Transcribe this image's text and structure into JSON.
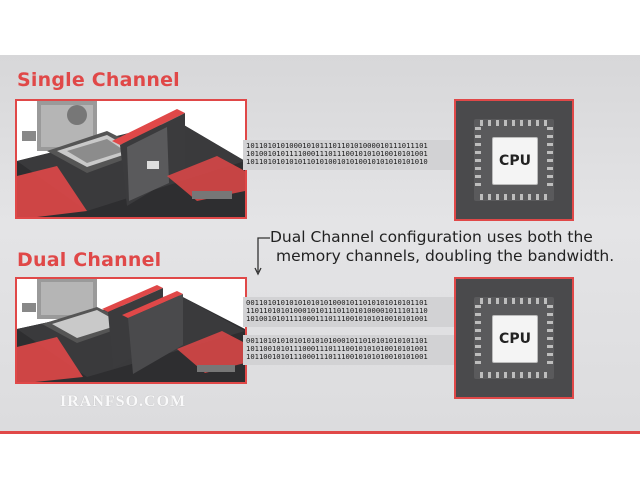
{
  "sections": {
    "single": {
      "title": "Single Channel"
    },
    "dual": {
      "title": "Dual Channel"
    }
  },
  "cpu": {
    "label": "CPU"
  },
  "caption": {
    "line1": "Dual Channel configuration uses both the",
    "line2": "memory channels, doubling the bandwidth."
  },
  "buses": {
    "single": [
      "101101010100010101110110101000010111011101",
      "101001010111100011101110010101010010101001",
      "101101010101011010100101010010101010101010"
    ],
    "dual_a": [
      "001101010101010101010001011010101010101101",
      "110110101010001010111011010100001011101110",
      "101001010111100011101110010101010010101001"
    ],
    "dual_b": [
      "001101010101010101010001011010101010101101",
      "101100101011100011101110010101010010101001",
      "101100101011100011101110010101010010101001"
    ]
  },
  "watermark": "IRANFSO.COM",
  "colors": {
    "accent": "#e04848",
    "cpu_body": "#4a4a4c",
    "background": "#e0e0e2"
  }
}
